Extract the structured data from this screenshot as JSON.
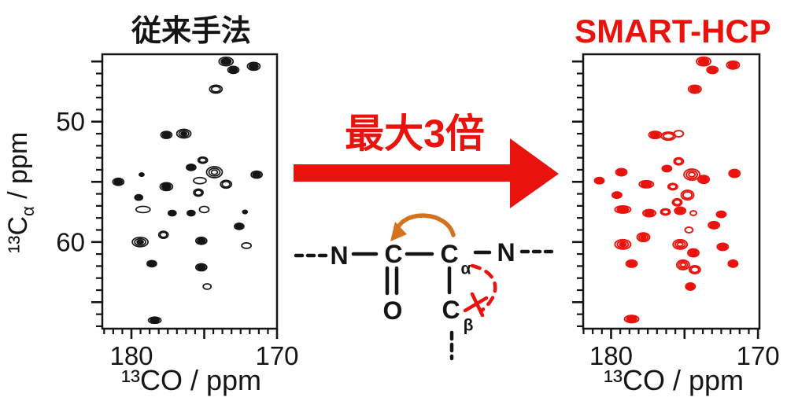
{
  "figure": {
    "left_title": "従来手法",
    "right_title": "SMART-HCP",
    "arrow_label": "最大3倍",
    "yaxis_label": {
      "prefix": "¹³C",
      "sub": "α",
      "suffix": " / ppm",
      "full": "¹³Cα / ppm"
    }
  },
  "molecule": {
    "n_left": "N",
    "c_carbonyl": "C",
    "o": "O",
    "c_alpha": "C",
    "alpha": "α",
    "c_beta": "C",
    "beta": "β",
    "n_right": "N"
  },
  "colors": {
    "black": "#151515",
    "red": "#ea120c",
    "orange": "#d4731d",
    "background": "#ffffff"
  },
  "chart_data": [
    {
      "type": "scatter",
      "subtype": "2D NMR contour spectrum",
      "title": "従来手法",
      "xlabel": "¹³CO / ppm",
      "ylabel": "¹³Cα / ppm",
      "xlim": [
        182.0,
        170.0
      ],
      "ylim": [
        44.4,
        67.2
      ],
      "x_axis_reversed": true,
      "y_axis_reversed": true,
      "xticks_labeled": [
        180,
        170
      ],
      "xticks_major": [
        180,
        175,
        170
      ],
      "xtick_minor_step": 0.625,
      "yticks_labeled": [
        50,
        60
      ],
      "yticks_major": [
        45,
        50,
        55,
        60,
        65
      ],
      "ytick_minor_step": 1,
      "grid": false,
      "legend": "none",
      "color": "#151515",
      "stroke_width": 1.7,
      "peaks_format": [
        "CO_ppm",
        "Ca_ppm",
        "rx_px",
        "ry_px",
        "contour_rings",
        "solid_center"
      ],
      "peaks": [
        [
          173.5,
          45.0,
          9,
          5.5,
          2,
          1
        ],
        [
          173.0,
          45.7,
          7,
          4.5,
          2,
          1
        ],
        [
          171.6,
          45.4,
          8,
          5,
          2,
          1
        ],
        [
          174.2,
          47.3,
          8,
          5,
          2,
          0
        ],
        [
          177.6,
          51.1,
          7,
          4.5,
          2,
          1
        ],
        [
          176.4,
          51.0,
          9,
          5.5,
          3,
          1
        ],
        [
          175.1,
          53.2,
          6,
          4,
          2,
          0
        ],
        [
          175.9,
          53.8,
          6,
          4,
          2,
          1
        ],
        [
          174.3,
          54.2,
          10,
          7,
          3,
          0
        ],
        [
          173.5,
          55.2,
          7,
          5,
          2,
          0
        ],
        [
          179.3,
          54.4,
          3,
          2.2,
          1,
          1
        ],
        [
          180.9,
          55.0,
          7,
          4.5,
          2,
          1
        ],
        [
          177.6,
          55.4,
          8,
          5,
          2,
          1
        ],
        [
          171.4,
          54.4,
          7,
          4.5,
          2,
          1
        ],
        [
          175.3,
          54.9,
          8,
          4,
          1,
          0
        ],
        [
          175.4,
          55.9,
          6,
          4.5,
          2,
          0
        ],
        [
          179.5,
          56.3,
          5,
          3.5,
          1,
          1
        ],
        [
          179.2,
          57.3,
          9,
          4,
          1,
          0
        ],
        [
          177.2,
          57.6,
          5,
          3.5,
          2,
          1
        ],
        [
          175.9,
          57.6,
          5,
          3.5,
          2,
          1
        ],
        [
          175.0,
          57.3,
          6,
          4,
          1,
          0
        ],
        [
          172.2,
          57.5,
          3,
          2.2,
          1,
          1
        ],
        [
          172.6,
          58.7,
          6,
          4,
          2,
          1
        ],
        [
          179.4,
          60.0,
          10,
          6,
          3,
          1
        ],
        [
          177.8,
          59.4,
          6,
          4.5,
          2,
          0
        ],
        [
          175.2,
          59.9,
          7,
          4.5,
          2,
          1
        ],
        [
          172.1,
          60.3,
          6,
          3.5,
          1,
          0
        ],
        [
          178.6,
          61.8,
          6,
          4,
          2,
          1
        ],
        [
          175.2,
          62.1,
          7,
          4.5,
          2,
          1
        ],
        [
          174.8,
          63.7,
          5,
          3.5,
          1,
          0
        ],
        [
          178.4,
          66.5,
          8,
          4,
          2,
          1
        ]
      ]
    },
    {
      "type": "scatter",
      "subtype": "2D NMR contour spectrum",
      "title": "SMART-HCP",
      "xlabel": "¹³CO / ppm",
      "ylabel": "¹³Cα / ppm",
      "xlim": [
        181.9,
        169.9
      ],
      "ylim": [
        44.4,
        67.2
      ],
      "x_axis_reversed": true,
      "y_axis_reversed": true,
      "xticks_labeled": [
        180,
        170
      ],
      "xticks_major": [
        180,
        175,
        170
      ],
      "xtick_minor_step": 0.625,
      "yticks_labeled": [],
      "yticks_major": [
        45,
        50,
        55,
        60,
        65
      ],
      "ytick_minor_step": 1,
      "grid": false,
      "legend": "none",
      "color": "#ea120c",
      "stroke_width": 1.9,
      "peaks_format": [
        "CO_ppm",
        "Ca_ppm",
        "rx_px",
        "ry_px",
        "contour_rings",
        "solid_center"
      ],
      "peaks": [
        [
          173.7,
          45.0,
          9,
          5.5,
          2,
          1
        ],
        [
          173.1,
          45.7,
          7,
          4.5,
          2,
          1
        ],
        [
          171.7,
          45.3,
          8,
          5,
          2,
          1
        ],
        [
          174.3,
          47.3,
          8,
          5,
          2,
          1
        ],
        [
          177.0,
          51.1,
          8,
          4.5,
          2,
          1
        ],
        [
          176.1,
          51.2,
          9,
          5,
          2,
          0
        ],
        [
          175.4,
          51.0,
          6,
          4,
          1,
          0
        ],
        [
          179.3,
          54.2,
          7,
          4.5,
          2,
          1
        ],
        [
          180.8,
          54.9,
          6,
          4,
          2,
          1
        ],
        [
          171.6,
          54.3,
          7,
          5,
          2,
          1
        ],
        [
          175.4,
          53.3,
          6,
          4.5,
          2,
          0
        ],
        [
          176.2,
          53.9,
          6,
          4,
          2,
          1
        ],
        [
          174.5,
          54.4,
          10,
          7,
          3,
          0
        ],
        [
          173.7,
          54.8,
          7,
          5,
          2,
          1
        ],
        [
          177.6,
          55.2,
          9,
          4.5,
          2,
          1
        ],
        [
          179.6,
          56.1,
          6,
          4,
          2,
          1
        ],
        [
          175.8,
          55.4,
          6,
          4,
          2,
          0
        ],
        [
          174.8,
          56.1,
          8,
          6,
          2,
          0
        ],
        [
          175.5,
          56.7,
          6,
          4.5,
          2,
          0
        ],
        [
          179.2,
          57.3,
          10,
          4.5,
          2,
          1
        ],
        [
          177.4,
          57.6,
          8,
          4.5,
          2,
          1
        ],
        [
          176.3,
          57.5,
          6,
          4,
          2,
          0
        ],
        [
          175.3,
          57.4,
          7,
          4.5,
          2,
          1
        ],
        [
          174.4,
          57.6,
          4,
          3,
          1,
          0
        ],
        [
          172.5,
          57.7,
          6,
          4,
          2,
          1
        ],
        [
          173.0,
          58.6,
          7,
          4.5,
          2,
          1
        ],
        [
          174.7,
          59.0,
          5,
          3.5,
          1,
          0
        ],
        [
          179.2,
          60.2,
          10,
          6,
          3,
          1
        ],
        [
          177.8,
          59.6,
          8,
          5.5,
          3,
          1
        ],
        [
          175.3,
          60.2,
          9,
          6,
          3,
          0
        ],
        [
          174.4,
          60.9,
          7,
          5,
          2,
          1
        ],
        [
          172.4,
          60.4,
          7,
          4.5,
          2,
          1
        ],
        [
          178.6,
          61.8,
          7,
          4.5,
          2,
          1
        ],
        [
          175.1,
          61.9,
          8,
          6,
          3,
          0
        ],
        [
          174.3,
          62.3,
          7,
          5,
          2,
          0
        ],
        [
          171.7,
          61.8,
          6,
          4.5,
          2,
          1
        ],
        [
          174.6,
          63.7,
          6,
          4.5,
          2,
          1
        ],
        [
          178.6,
          66.4,
          9,
          4.5,
          2,
          1
        ]
      ]
    }
  ]
}
